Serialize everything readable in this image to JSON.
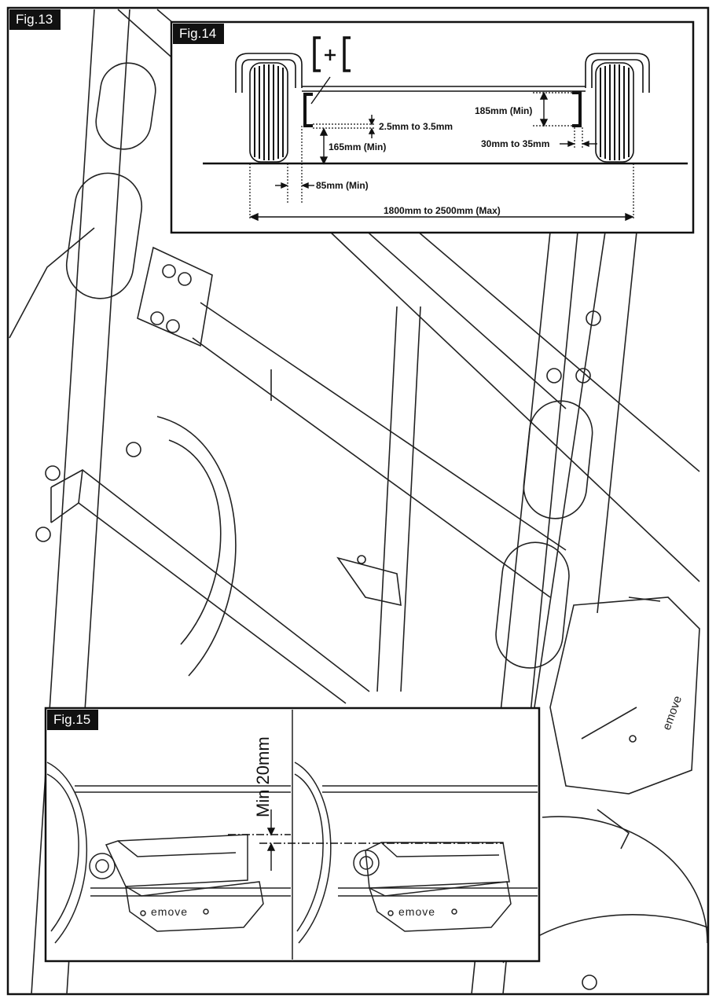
{
  "figures": {
    "fig13": {
      "label": "Fig.13"
    },
    "fig14": {
      "label": "Fig.14",
      "symbol": "[+[",
      "dimensions": {
        "clearance_gap": "2.5mm to 3.5mm",
        "mount_height": "185mm (Min)",
        "ground_clearance": "165mm (Min)",
        "side_offset": "30mm to 35mm",
        "wheel_offset": "85mm (Min)",
        "track_width": "1800mm to 2500mm (Max)"
      }
    },
    "fig15": {
      "label": "Fig.15",
      "min_gap": "Min 20mm",
      "brand_left": "emove",
      "brand_right": "emove"
    }
  },
  "device_brand": "emove"
}
